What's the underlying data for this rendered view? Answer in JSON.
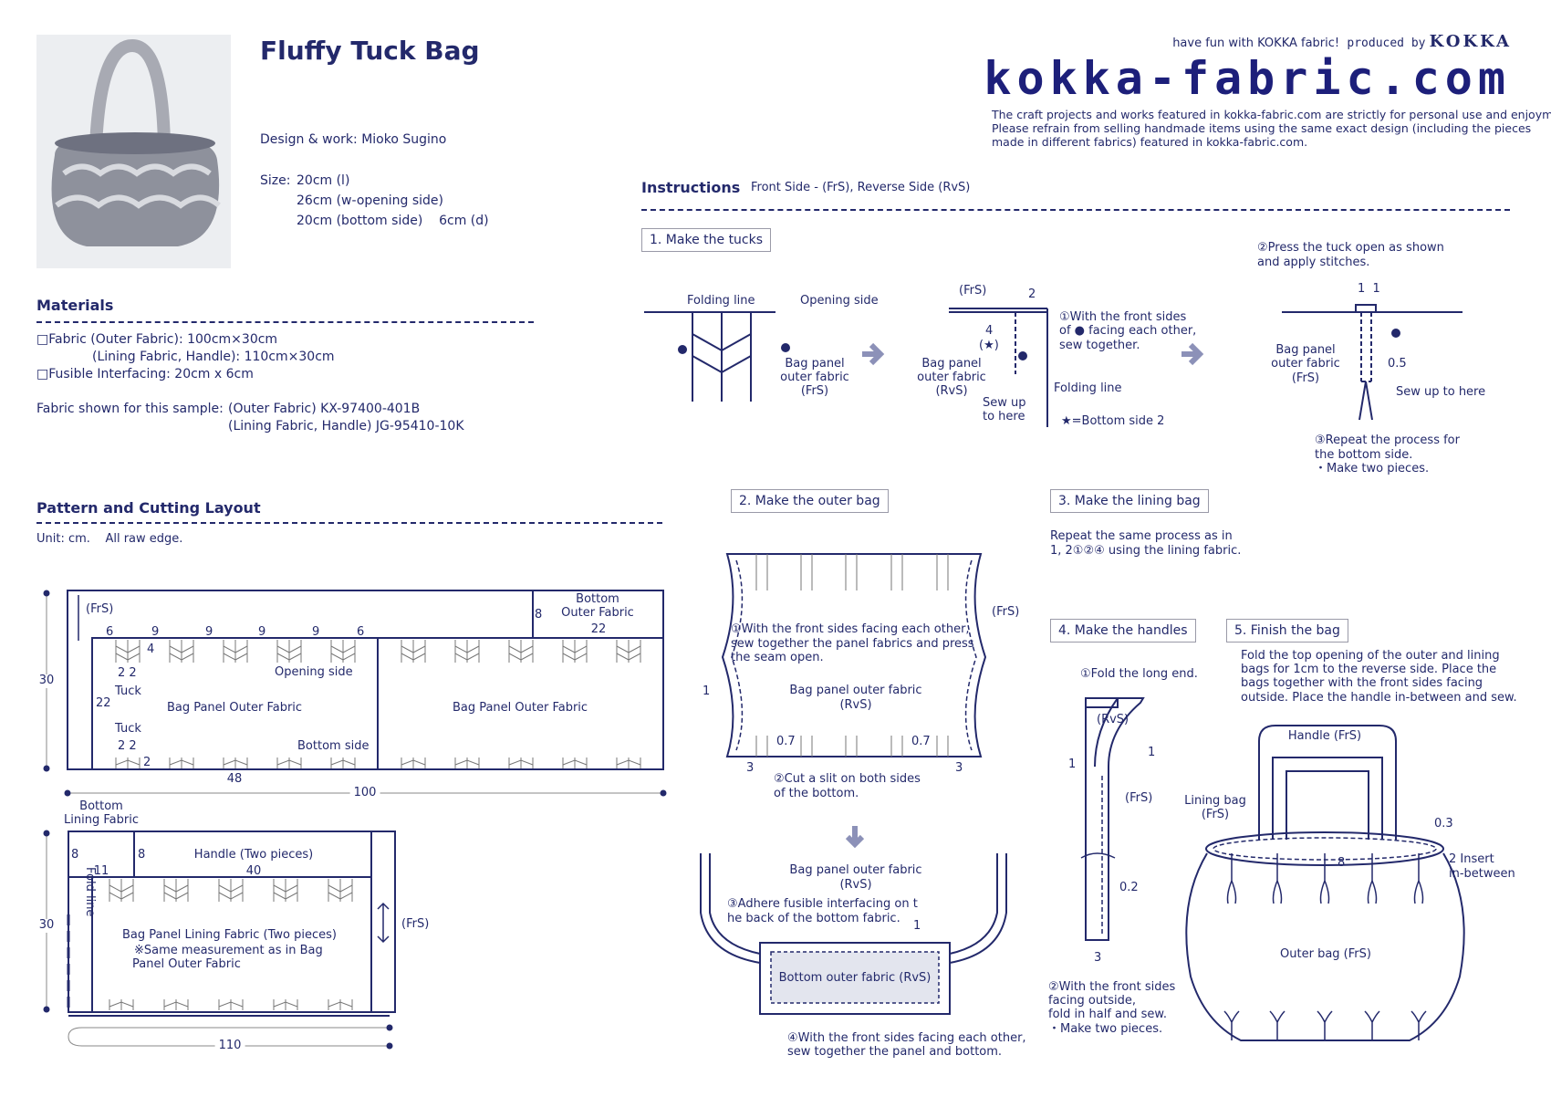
{
  "header": {
    "tagline": "have fun with KOKKA fabric!",
    "produced_by": "produced by",
    "brand": "KOKKA",
    "site": "kokka-fabric.com",
    "disclaimer": [
      "The craft projects and works featured in kokka-fabric.com are strictly for personal use and enjoyment.",
      "Please refrain from selling handmade items using the same exact design (including the pieces",
      "made in different fabrics) featured in kokka-fabric.com."
    ]
  },
  "project": {
    "title": "Fluffy Tuck Bag",
    "design": "Design & work: Mioko Sugino",
    "size_label": "Size:",
    "sizes": [
      "20cm (l)",
      "26cm (w-opening side)",
      "20cm (bottom side)    6cm (d)"
    ]
  },
  "materials": {
    "heading": "Materials",
    "items": [
      "□Fabric (Outer Fabric): 100cm×30cm",
      "(Lining Fabric, Handle): 110cm×30cm",
      "□Fusible Interfacing: 20cm x 6cm"
    ],
    "sample_label": "Fabric shown for this sample:",
    "samples": [
      "(Outer Fabric) KX-97400-401B",
      "(Lining Fabric, Handle) JG-95410-10K"
    ]
  },
  "layout": {
    "heading": "Pattern and Cutting Layout",
    "unit": "Unit: cm.    All raw edge.",
    "outer": {
      "frs": "(FrS)",
      "d6": "6",
      "d9": "9",
      "d4": "4",
      "d22": "22",
      "d2": "2",
      "tuck_22": "2 2",
      "tuck": "Tuck",
      "opening": "Opening side",
      "panel": "Bag Panel Outer Fabric",
      "bottom_side": "Bottom side",
      "d48": "48",
      "bottom_title": [
        "Bottom",
        "Outer Fabric"
      ],
      "d8": "8",
      "bottom_w": "22",
      "h30": "30",
      "w100": "100"
    },
    "lining": {
      "bottom_title": [
        "Bottom",
        "Lining Fabric"
      ],
      "d8": "8",
      "fold": "Fold line",
      "d11": "11",
      "d40": "40",
      "handle": "Handle (Two pieces)",
      "h30": "30",
      "panel": [
        "Bag Panel Lining Fabric (Two pieces)",
        "※Same measurement as in Bag",
        "Panel Outer Fabric"
      ],
      "frs": "(FrS)",
      "w110": "110"
    }
  },
  "instructions": {
    "heading": "Instructions",
    "subtitle": "Front Side - (FrS), Reverse Side (RvS)",
    "step1": {
      "title": "1. Make the tucks",
      "folding": "Folding line",
      "opening": "Opening side",
      "panel_frs": [
        "Bag panel",
        "outer fabric",
        "(FrS)"
      ],
      "frs": "(FrS)",
      "d2": "2",
      "note1": [
        "①With the front sides",
        "of ● facing each other,",
        "sew together."
      ],
      "d4": "4",
      "star": "(★)",
      "panel_rvs": [
        "Bag panel",
        "outer fabric",
        "(RvS)"
      ],
      "sewup": [
        "Sew up",
        "to here"
      ],
      "folding2": "Folding line",
      "star_note": "★=Bottom side 2",
      "note2": [
        "②Press the tuck open as shown",
        "and apply stitches."
      ],
      "d11": "1  1",
      "d05": "0.5",
      "sewup2": "Sew up to here",
      "note3": [
        "③Repeat the process for",
        "the bottom side.",
        "・Make two pieces."
      ]
    },
    "step2": {
      "title": "2. Make the outer bag",
      "note1": [
        "①With the front sides facing each other,",
        "sew together the panel fabrics and press",
        "the seam open."
      ],
      "frs": "(FrS)",
      "d1": "1",
      "panel": [
        "Bag panel outer fabric",
        "(RvS)"
      ],
      "d07": "0.7",
      "d3": "3",
      "note2": [
        "②Cut a slit on both sides",
        "of the bottom."
      ],
      "note3": [
        "③Adhere fusible interfacing on t",
        "he back of the bottom fabric."
      ],
      "bottom": "Bottom outer fabric (RvS)",
      "note4": [
        "④With the front sides facing each other,",
        "sew together the panel and bottom."
      ]
    },
    "step3": {
      "title": "3. Make the lining bag",
      "text": [
        "Repeat the same process as in",
        "1, 2①②④ using the lining fabric."
      ]
    },
    "step4": {
      "title": "4. Make the handles",
      "note1": "①Fold the long end.",
      "rvs": "(RvS)",
      "d1": "1",
      "frs": "(FrS)",
      "d02": "0.2",
      "d3": "3",
      "note2": [
        "②With the front sides",
        "facing outside,",
        "fold in half and sew.",
        "・Make two pieces."
      ]
    },
    "step5": {
      "title": "5. Finish the bag",
      "text": [
        "Fold the top opening of the outer and lining",
        "bags for 1cm to the reverse side. Place the",
        "bags together with the front sides facing",
        "outside. Place the handle in-between and sew."
      ],
      "handle": "Handle (FrS)",
      "lining": [
        "Lining bag",
        "(FrS)"
      ],
      "d03": "0.3",
      "d8": "8",
      "insert": [
        "2 Insert",
        "in-between"
      ],
      "outer": "Outer bag (FrS)"
    }
  },
  "colors": {
    "ink": "#23296b",
    "arrow": "#8c91b8",
    "frame": "#9a9aa8"
  }
}
